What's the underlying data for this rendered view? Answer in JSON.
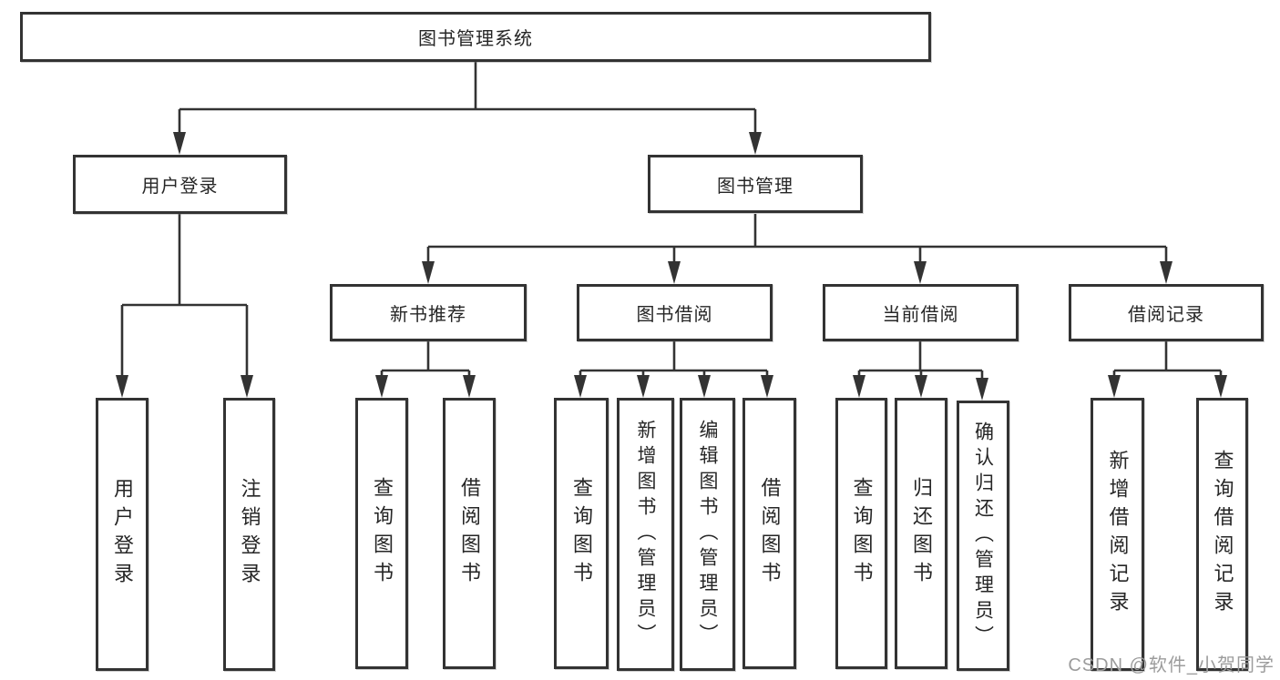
{
  "title": "图书管理系统",
  "nodes": {
    "root": {
      "label": "图书管理系统"
    },
    "user_login": {
      "label": "用户登录"
    },
    "book_mgmt": {
      "label": "图书管理"
    },
    "new_book_rec": {
      "label": "新书推荐"
    },
    "book_borrow": {
      "label": "图书借阅"
    },
    "current_borrow": {
      "label": "当前借阅"
    },
    "borrow_records": {
      "label": "借阅记录"
    },
    "user_login_action": {
      "label": "用户登录"
    },
    "logout_action": {
      "label": "注销登录"
    },
    "nb_query": {
      "label": "查询图书"
    },
    "nb_borrow": {
      "label": "借阅图书"
    },
    "bb_query": {
      "label": "查询图书"
    },
    "bb_add": {
      "label": "新增图书（管理员）"
    },
    "bb_edit": {
      "label": "编辑图书（管理员）"
    },
    "bb_borrow": {
      "label": "借阅图书"
    },
    "cb_query": {
      "label": "查询图书"
    },
    "cb_return": {
      "label": "归还图书"
    },
    "cb_confirm": {
      "label": "确认归还（管理员）"
    },
    "br_add": {
      "label": "新增借阅记录"
    },
    "br_query": {
      "label": "查询借阅记录"
    }
  },
  "watermark": {
    "text": "CSDN @软件_小贺同学"
  },
  "colors": {
    "line": "#333333",
    "box_border": "#333333",
    "text": "#262626",
    "background": "#ffffff",
    "watermark": "#9c9c9c"
  }
}
